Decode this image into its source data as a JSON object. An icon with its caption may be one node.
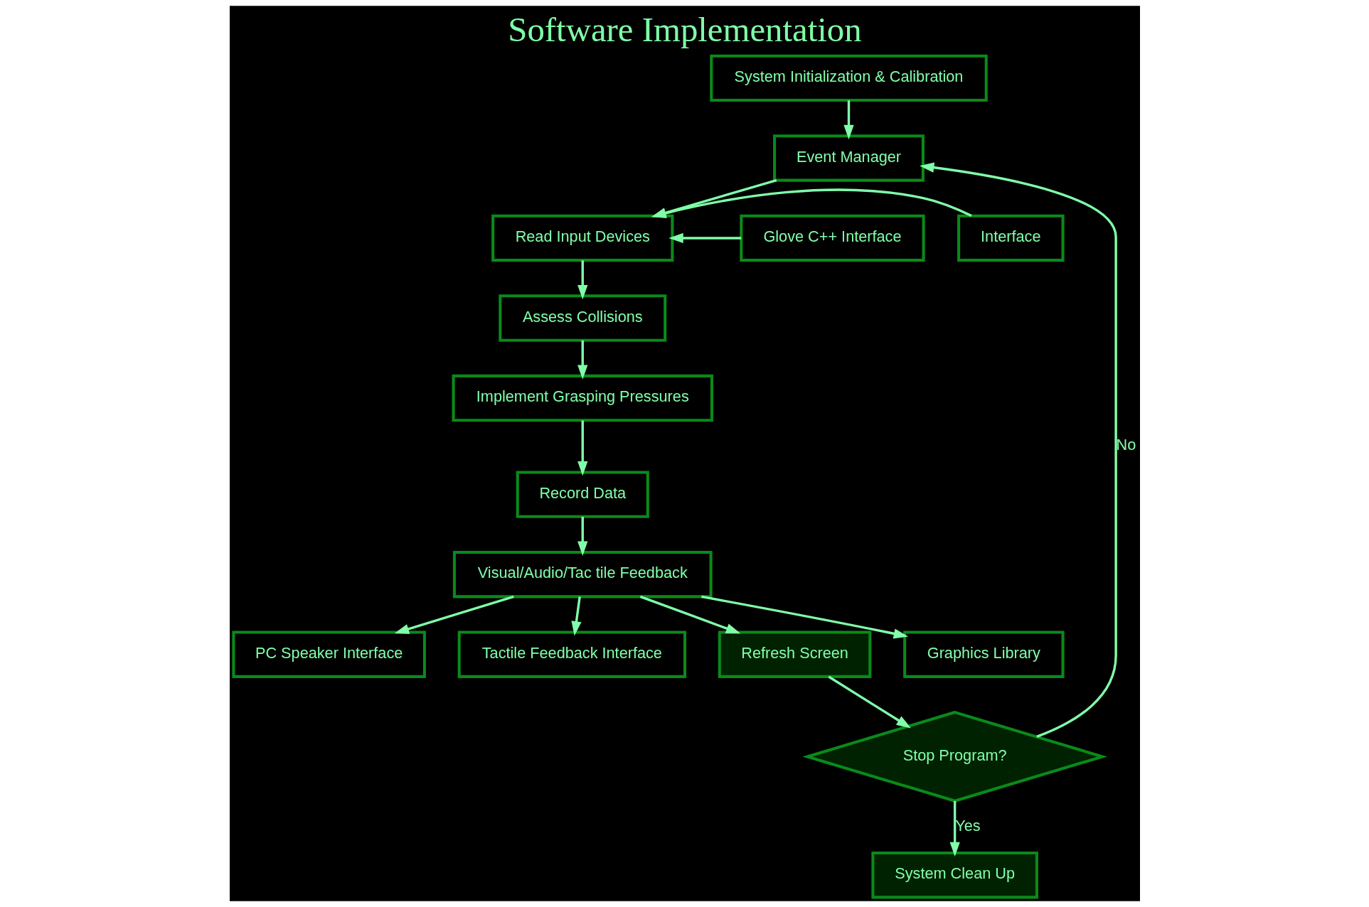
{
  "diagram": {
    "title": "Software Implementation",
    "nodes": [
      {
        "text": [
          "System Initialization & Calibration"
        ]
      },
      {
        "text": [
          "Event Manager"
        ]
      },
      {
        "text": [
          "Glove C++ Interface"
        ]
      },
      {
        "text": [
          "Read Input Devices"
        ]
      },
      {
        "text": [
          "Interface"
        ]
      },
      {
        "text": [
          "Assess Collisions"
        ]
      },
      {
        "text": [
          "Graphics Library"
        ]
      },
      {
        "text": [
          "Implement Grasping Pressures"
        ]
      },
      {
        "text": [
          "PC Speaker Interface"
        ]
      },
      {
        "text": [
          "Record Data"
        ]
      },
      {
        "text": [
          "Tactile Feedback Interface"
        ]
      },
      {
        "text": [
          "Visual/Audio/Tac tile Feedback"
        ]
      },
      {
        "text": [
          "Refresh Screen"
        ]
      },
      {
        "text": [
          "Stop Program?"
        ]
      },
      {
        "text": [
          "System Clean Up"
        ]
      }
    ],
    "edges": [
      {
        "from": 0,
        "to": 1,
        "arrow": "to"
      },
      {
        "from": 1,
        "to": 3,
        "arrow": "to"
      },
      {
        "from": 2,
        "to": 3,
        "arrow": "to"
      },
      {
        "from": 4,
        "to": 3,
        "arrow": "to"
      },
      {
        "from": 3,
        "to": 5,
        "arrow": "to"
      },
      {
        "from": 5,
        "to": 7,
        "arrow": "to"
      },
      {
        "from": 7,
        "to": 9,
        "arrow": "to"
      },
      {
        "from": 9,
        "to": 11,
        "arrow": "to"
      },
      {
        "from": 11,
        "to": 6,
        "arrow": "to"
      },
      {
        "from": 11,
        "to": 8,
        "arrow": "to"
      },
      {
        "from": 11,
        "to": 10,
        "arrow": "to"
      },
      {
        "from": 11,
        "to": 12,
        "arrow": "to"
      },
      {
        "from": 12,
        "to": 13,
        "arrow": "to"
      },
      {
        "from": 13,
        "to": 1,
        "arrow": "to",
        "label": "No"
      },
      {
        "from": 13,
        "to": 14,
        "arrow": "to",
        "label": "Yes"
      }
    ]
  }
}
